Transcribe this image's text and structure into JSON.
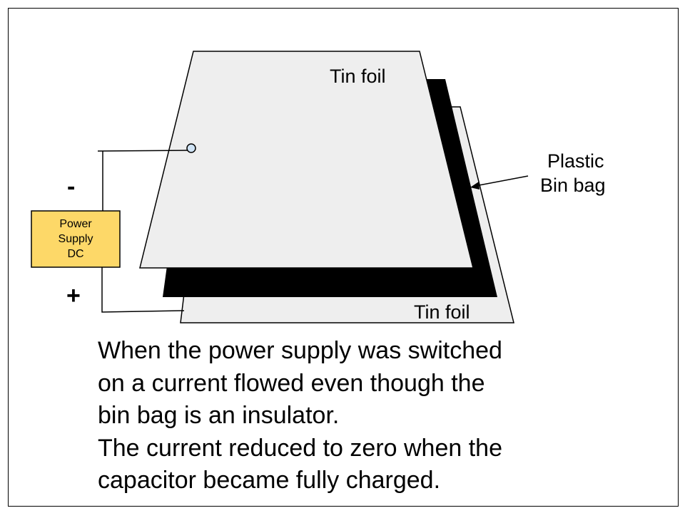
{
  "labels": {
    "top_foil": "Tin foil",
    "bottom_foil": "Tin foil",
    "plastic": [
      "Plastic",
      "Bin bag"
    ],
    "power_supply": [
      "Power",
      "Supply",
      "DC"
    ],
    "negative": "-",
    "positive": "+"
  },
  "caption": [
    "When the power supply was switched",
    "on a current flowed even though the",
    "bin bag is an insulator.",
    "The current reduced to zero when the",
    "capacitor became fully charged."
  ],
  "colors": {
    "foil": "#eeeeee",
    "plastic": "#000000",
    "power_supply": "#fdd868",
    "contact": "#cfe3f5"
  }
}
